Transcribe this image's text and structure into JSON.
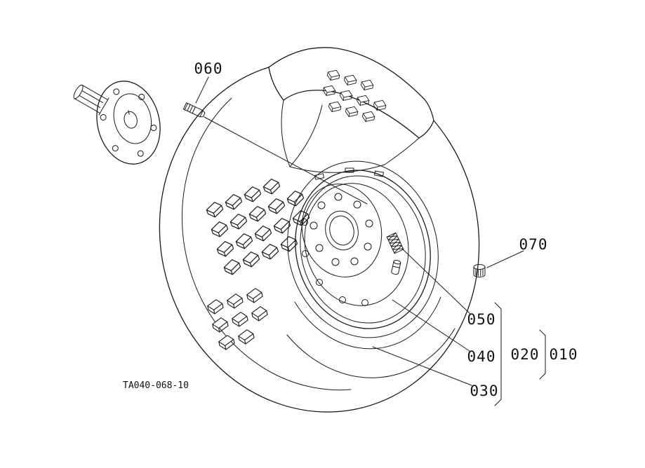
{
  "diagram": {
    "drawing_code": "TA040-068-10",
    "line_color": "#1a1a1a",
    "background": "#ffffff",
    "parts": {
      "p060": "060",
      "p070": "070",
      "p050": "050",
      "p040": "040",
      "p030": "030",
      "p020": "020",
      "p010": "010"
    }
  }
}
